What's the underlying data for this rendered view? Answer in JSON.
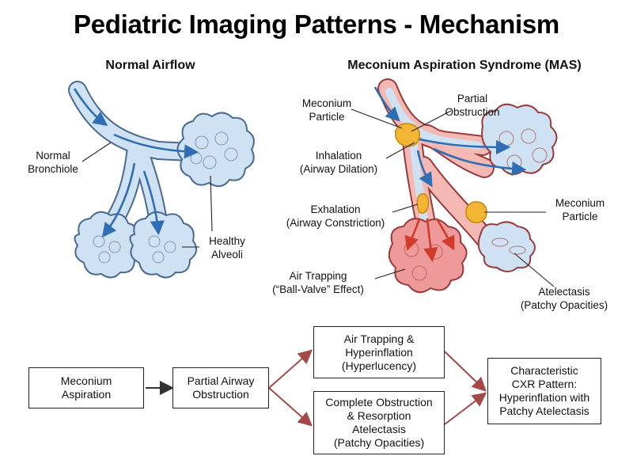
{
  "title": "Pediatric Imaging Patterns - Mechanism",
  "left_panel": {
    "heading": "Normal Airflow",
    "labels": {
      "bronchiole": [
        "Normal",
        "Bronchiole"
      ],
      "alveoli": [
        "Healthy",
        "Alveoli"
      ]
    }
  },
  "right_panel": {
    "heading": "Meconium Aspiration Syndrome (MAS)",
    "labels": {
      "meconium_top": [
        "Meconium",
        "Particle"
      ],
      "partial_obstruction": [
        "Partial",
        "Obstruction"
      ],
      "inhalation": [
        "Inhalation",
        "(Airway Dilation)"
      ],
      "exhalation": [
        "Exhalation",
        "(Airway Constriction)"
      ],
      "meconium_right": [
        "Meconium",
        "Particle"
      ],
      "air_trapping": [
        "Air Trapping",
        "(“Ball-Valve” Effect)"
      ],
      "atelectasis": [
        "Atelectasis",
        "(Patchy Opacities)"
      ]
    }
  },
  "flowchart": {
    "aspiration": [
      "Meconium",
      "Aspiration"
    ],
    "partial": [
      "Partial Airway",
      "Obstruction"
    ],
    "air_trapping": [
      "Air Trapping &",
      "Hyperinflation",
      "(Hyperlucency)"
    ],
    "complete": [
      "Complete Obstruction",
      "& Resorption",
      "Atelectasis",
      "(Patchy Opacities)"
    ],
    "result": [
      "Characteristic",
      "CXR Pattern:",
      "Hyperinflation with",
      "Patchy Atelectasis"
    ]
  },
  "colors": {
    "airway_fill": "#cfe2f3",
    "airway_outline": "#4a6a92",
    "flow_arrow": "#2f6db5",
    "inflamed_airway": "#f4b9b3",
    "inflamed_outline": "#9a3a3a",
    "meconium": "#f2b632",
    "trapped_alveoli": "#ee9a9a",
    "red_arrow": "#d23a2a",
    "flow_connector": "#a44848",
    "black_arrow": "#333333"
  }
}
